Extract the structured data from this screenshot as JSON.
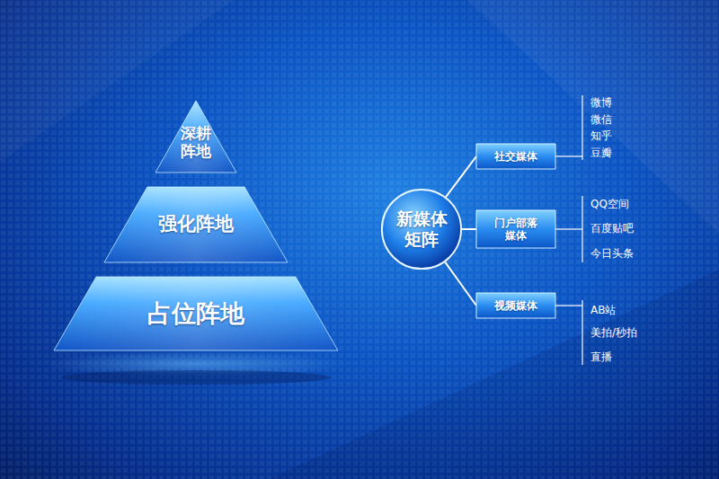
{
  "diagram": {
    "nodes": [
      {
        "text": [
          "深耕阵地"
        ]
      },
      {
        "text": [
          "强化阵地"
        ]
      },
      {
        "text": [
          "占位阵地"
        ]
      },
      {
        "text": [
          "新媒体矩阵"
        ]
      },
      {
        "text": [
          "社交媒体"
        ]
      },
      {
        "text": [
          "门户部落媒体"
        ]
      },
      {
        "text": [
          "视频媒体"
        ]
      }
    ],
    "edges": [
      {
        "from": 3,
        "to": 4,
        "arrow": "none"
      },
      {
        "from": 3,
        "to": 5,
        "arrow": "none"
      },
      {
        "from": 3,
        "to": 6,
        "arrow": "none"
      }
    ],
    "labels": [
      "微博",
      "微信",
      "知乎",
      "豆瓣",
      "QQ空间",
      "百度贴吧",
      "今日头条",
      "AB站",
      "美拍/秒拍",
      "直播"
    ]
  }
}
